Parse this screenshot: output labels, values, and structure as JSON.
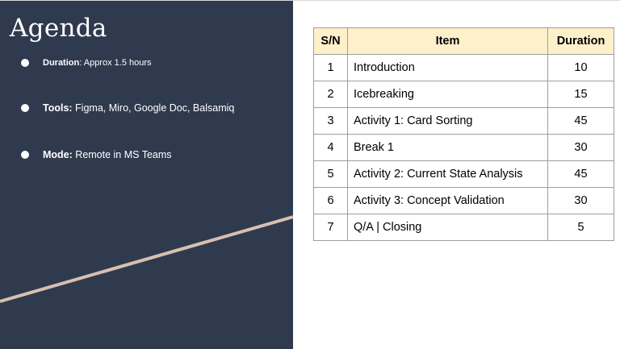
{
  "slide": {
    "title": "Agenda",
    "bullets": [
      {
        "label": "Duration",
        "text": ": Approx 1.5  hours"
      },
      {
        "label": "Tools:",
        "text": " Figma, Miro, Google Doc, Balsamiq"
      },
      {
        "label": "Mode:",
        "text": " Remote in MS Teams"
      }
    ]
  },
  "table": {
    "headers": [
      "S/N",
      "Item",
      "Duration"
    ],
    "rows": [
      [
        "1",
        "Introduction",
        "10"
      ],
      [
        "2",
        "Icebreaking",
        "15"
      ],
      [
        "3",
        "Activity 1: Card Sorting",
        "45"
      ],
      [
        "4",
        "Break 1",
        "30"
      ],
      [
        "5",
        "Activity 2: Current State Analysis",
        "45"
      ],
      [
        "6",
        "Activity 3: Concept Validation",
        "30"
      ],
      [
        "7",
        "Q/A | Closing",
        "5"
      ]
    ]
  },
  "colors": {
    "panel": "#2f3a4f",
    "accent_line": "#d9bfae",
    "header_fill": "#fff0cc"
  }
}
